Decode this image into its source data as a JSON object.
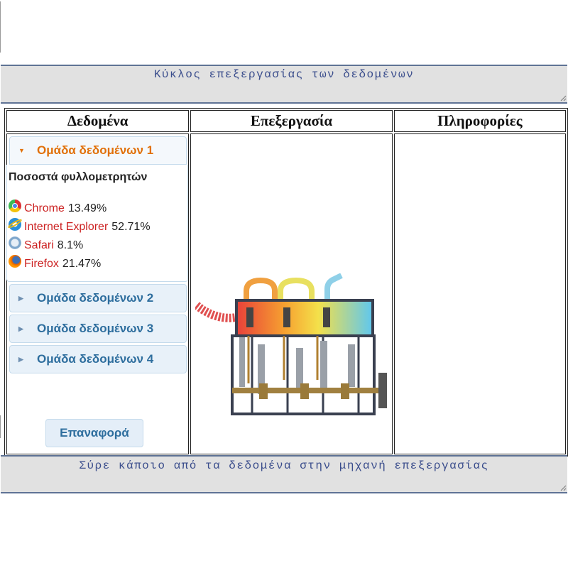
{
  "header": {
    "title": "Κύκλος επεξεργασίας των δεδομένων"
  },
  "table": {
    "columns": [
      "Δεδομένα",
      "Επεξεργασία",
      "Πληροφορίες"
    ]
  },
  "accordion": {
    "groups": [
      {
        "label": "Ομάδα δεδομένων 1",
        "expanded": true
      },
      {
        "label": "Ομάδα δεδομένων 2",
        "expanded": false
      },
      {
        "label": "Ομάδα δεδομένων 3",
        "expanded": false
      },
      {
        "label": "Ομάδα δεδομένων 4",
        "expanded": false
      }
    ],
    "panel": {
      "title": "Ποσοστά φυλλομετρητών",
      "items": [
        {
          "name": "Chrome",
          "value": "13.49%",
          "icon": "chrome-icon"
        },
        {
          "name": "Internet Explorer",
          "value": "52.71%",
          "icon": "internet-explorer-icon"
        },
        {
          "name": "Safari",
          "value": "8.1%",
          "icon": "safari-icon"
        },
        {
          "name": "Firefox",
          "value": "21.47%",
          "icon": "firefox-icon"
        }
      ]
    }
  },
  "reset_button": {
    "label": "Επαναφορά"
  },
  "footer": {
    "hint": "Σύρε κάποιο από τα δεδομένα στην μηχανή επεξεργασίας"
  },
  "colors": {
    "accent": "#2e6e9e",
    "active": "#e17009",
    "browser_name": "#cc2222",
    "textarea_bg": "#e1e1e1"
  }
}
